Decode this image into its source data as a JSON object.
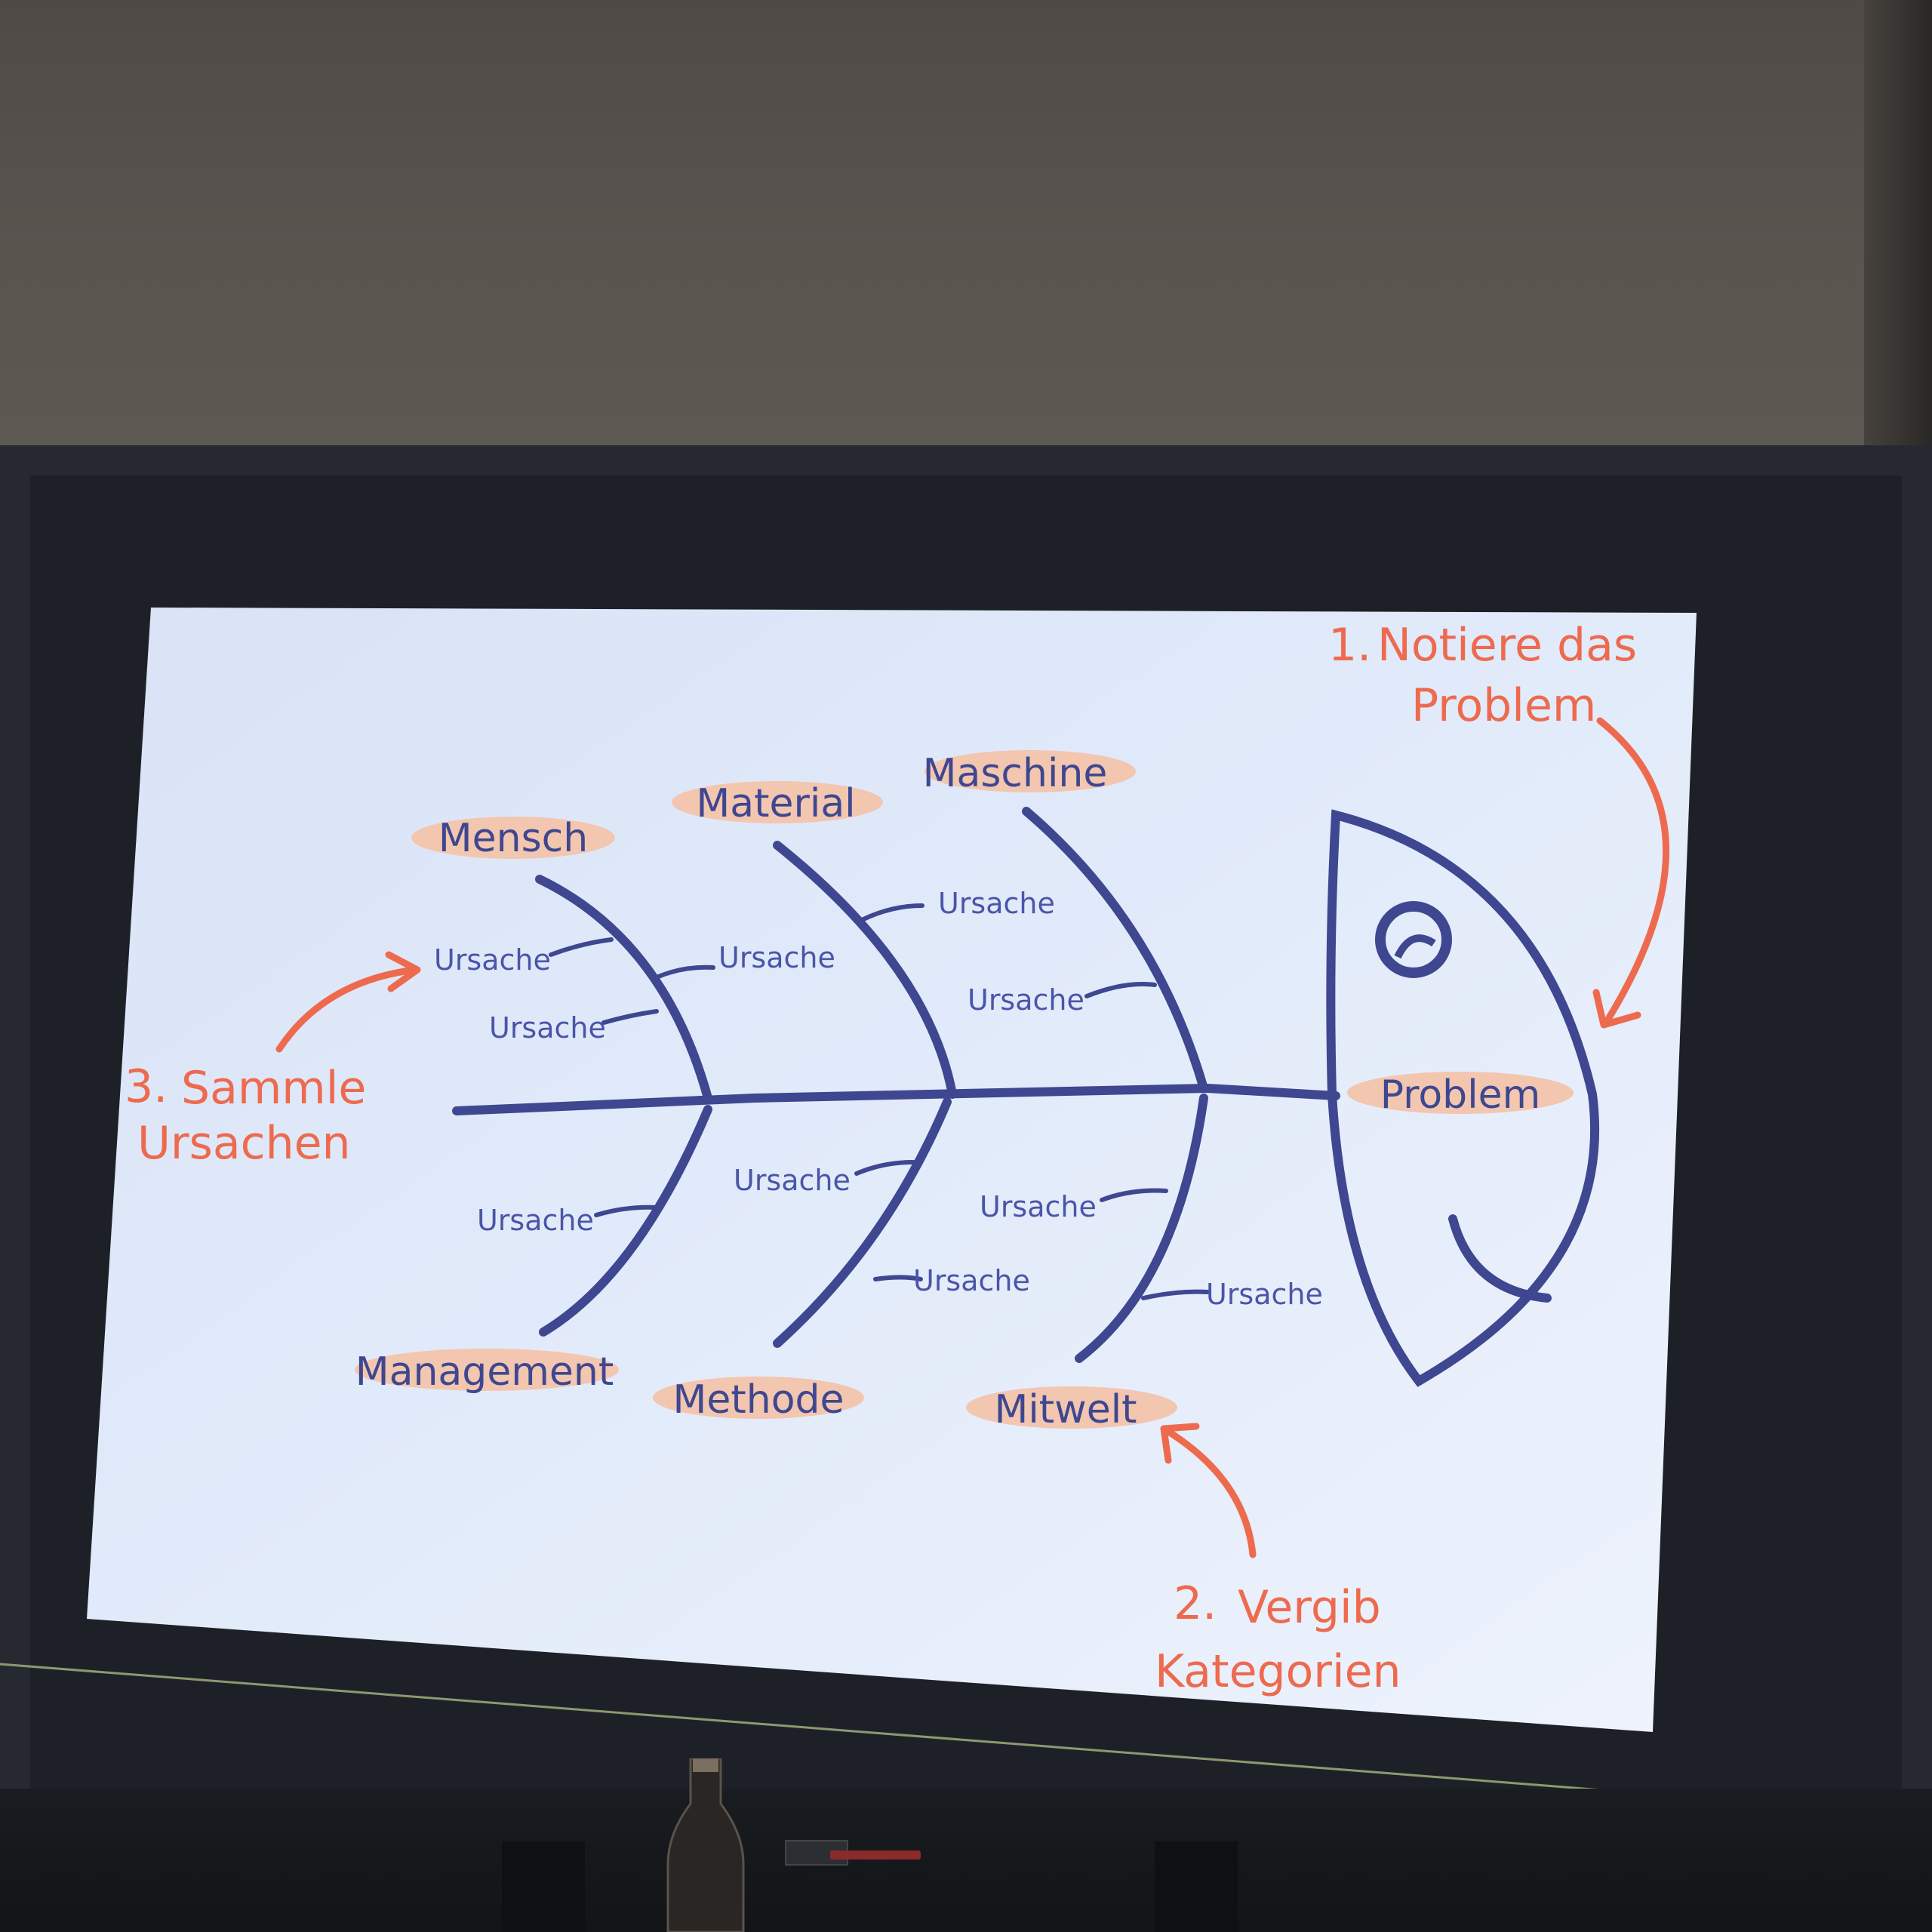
{
  "diagram": {
    "problem_label": "Problem",
    "categories_top": [
      "Mensch",
      "Material",
      "Maschine"
    ],
    "categories_bottom": [
      "Management",
      "Methode",
      "Mitwelt"
    ],
    "cause_label": "Ursache",
    "steps": {
      "step1_number": "1.",
      "step1_line1": "Notiere das",
      "step1_line2": "Problem",
      "step2_number": "2.",
      "step2_line1": "Vergib",
      "step2_line2": "Kategorien",
      "step3_number": "3.",
      "step3_line1": "Sammle",
      "step3_line2": "Ursachen"
    }
  },
  "colors": {
    "fish_stroke": "#3e4790",
    "cause_text": "#4a55a8",
    "accent": "#ee6a4e",
    "highlight": "#f3c6b0",
    "slide_bg": "#dde8f8"
  }
}
